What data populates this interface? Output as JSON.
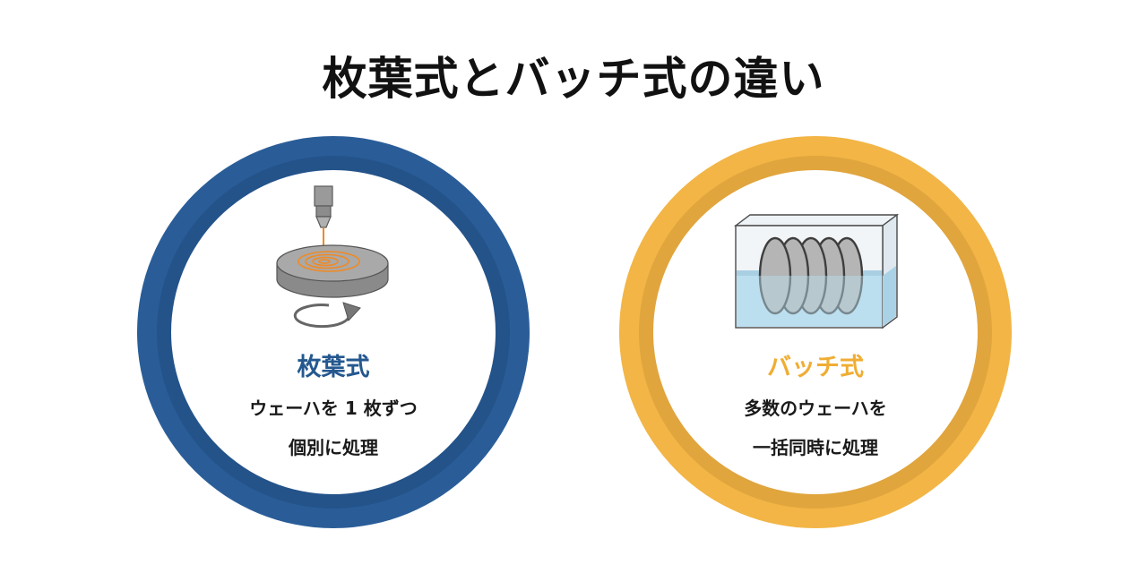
{
  "title": "枚葉式とバッチ式の違い",
  "left": {
    "label": "枚葉式",
    "line1": "ウェーハを 1 枚ずつ",
    "line2": "個別に処理",
    "color": "#2a5d98"
  },
  "right": {
    "label": "バッチ式",
    "line1": "多数のウェーハを",
    "line2": "一括同時に処理",
    "color": "#f2b546"
  },
  "icons": [
    "laser-nozzle-icon",
    "wafer-disc-icon",
    "rotation-arrow-icon",
    "batch-tank-icon",
    "wafer-stack-icon"
  ]
}
